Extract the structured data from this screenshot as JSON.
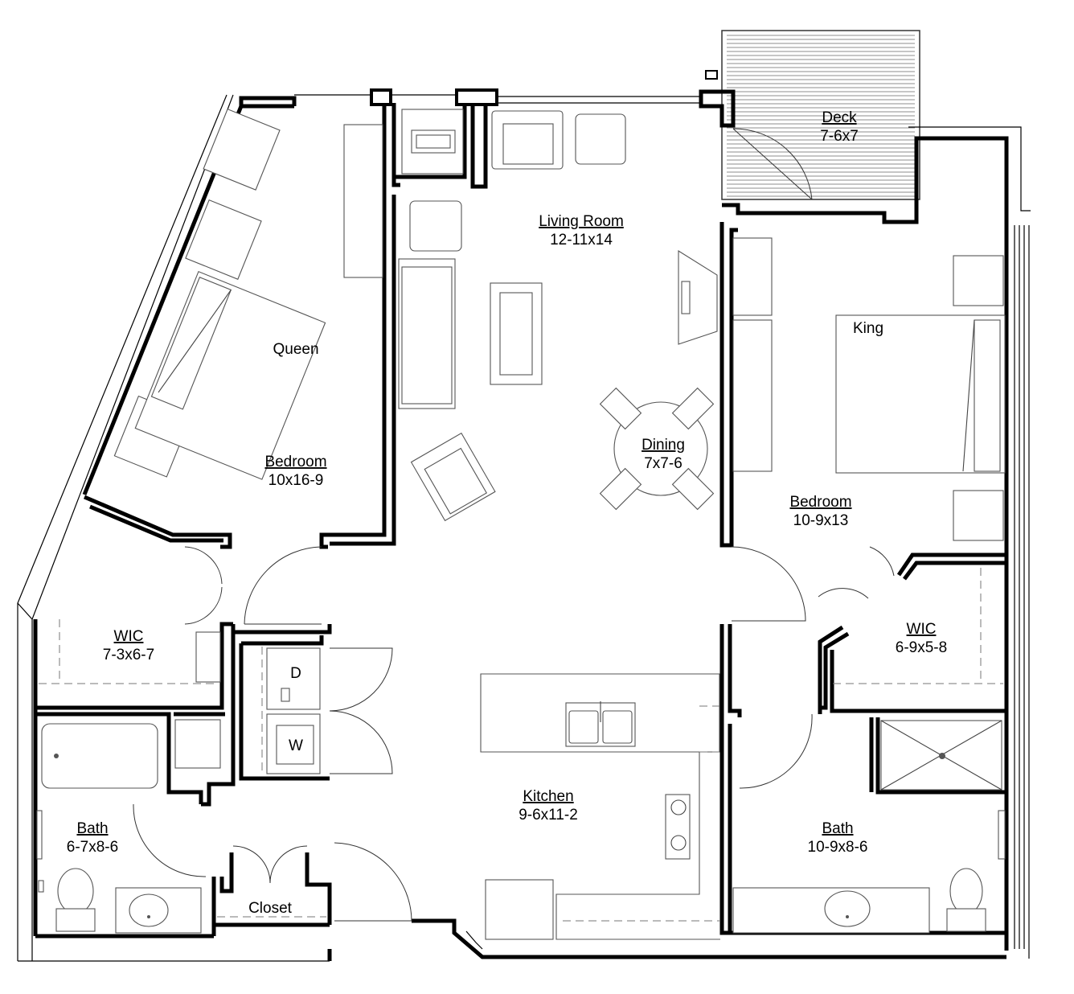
{
  "rooms": [
    {
      "key": "deck",
      "name": "Deck",
      "dims": "7-6x7"
    },
    {
      "key": "living",
      "name": "Living Room",
      "dims": "12-11x14"
    },
    {
      "key": "bedroom1",
      "name": "Bedroom",
      "dims": "10x16-9",
      "bed": "Queen"
    },
    {
      "key": "dining",
      "name": "Dining",
      "dims": "7x7-6"
    },
    {
      "key": "bedroom2",
      "name": "Bedroom",
      "dims": "10-9x13",
      "bed": "King"
    },
    {
      "key": "wic1",
      "name": "WIC",
      "dims": "7-3x6-7"
    },
    {
      "key": "wic2",
      "name": "WIC",
      "dims": "6-9x5-8"
    },
    {
      "key": "kitchen",
      "name": "Kitchen",
      "dims": "9-6x11-2"
    },
    {
      "key": "bath1",
      "name": "Bath",
      "dims": "6-7x8-6"
    },
    {
      "key": "bath2",
      "name": "Bath",
      "dims": "10-9x8-6"
    },
    {
      "key": "closet",
      "name": "Closet"
    }
  ],
  "laundry": {
    "dryer": "D",
    "washer": "W"
  }
}
